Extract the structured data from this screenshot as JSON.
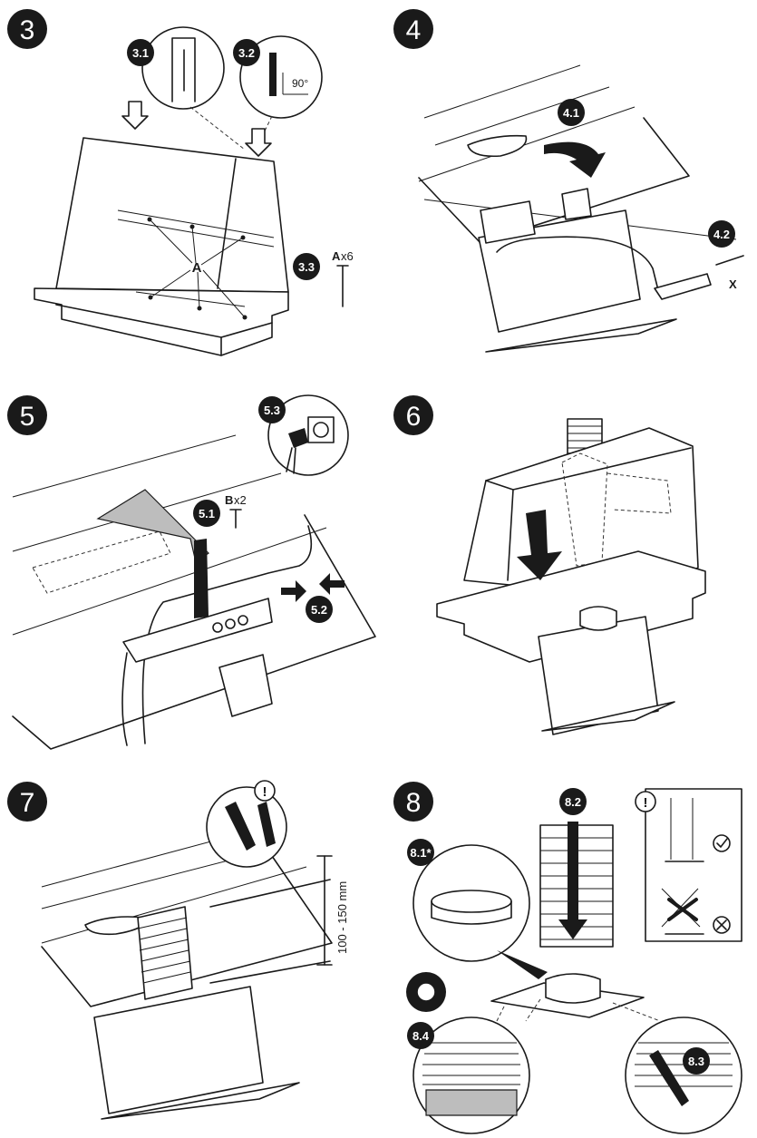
{
  "steps": {
    "s3": "3",
    "s4": "4",
    "s5": "5",
    "s6": "6",
    "s7": "7",
    "s8": "8"
  },
  "substeps": {
    "s3_1": "3.1",
    "s3_2": "3.2",
    "s3_3": "3.3",
    "s4_1": "4.1",
    "s4_2": "4.2",
    "s5_1": "5.1",
    "s5_2": "5.2",
    "s5_3": "5.3",
    "s8_1": "8.1*",
    "s8_2": "8.2",
    "s8_3": "8.3",
    "s8_4": "8.4"
  },
  "labels": {
    "angle": "90°",
    "point_a": "A",
    "screws_a_letter": "A",
    "screws_a_count": "x6",
    "side_x": "X",
    "screws_b_letter": "B",
    "screws_b_count": "x2",
    "distance": "100 - 150 mm",
    "warning": "!"
  },
  "icons": {
    "check": "check-circle-icon",
    "cross": "cross-circle-icon",
    "warning": "warning-icon"
  }
}
